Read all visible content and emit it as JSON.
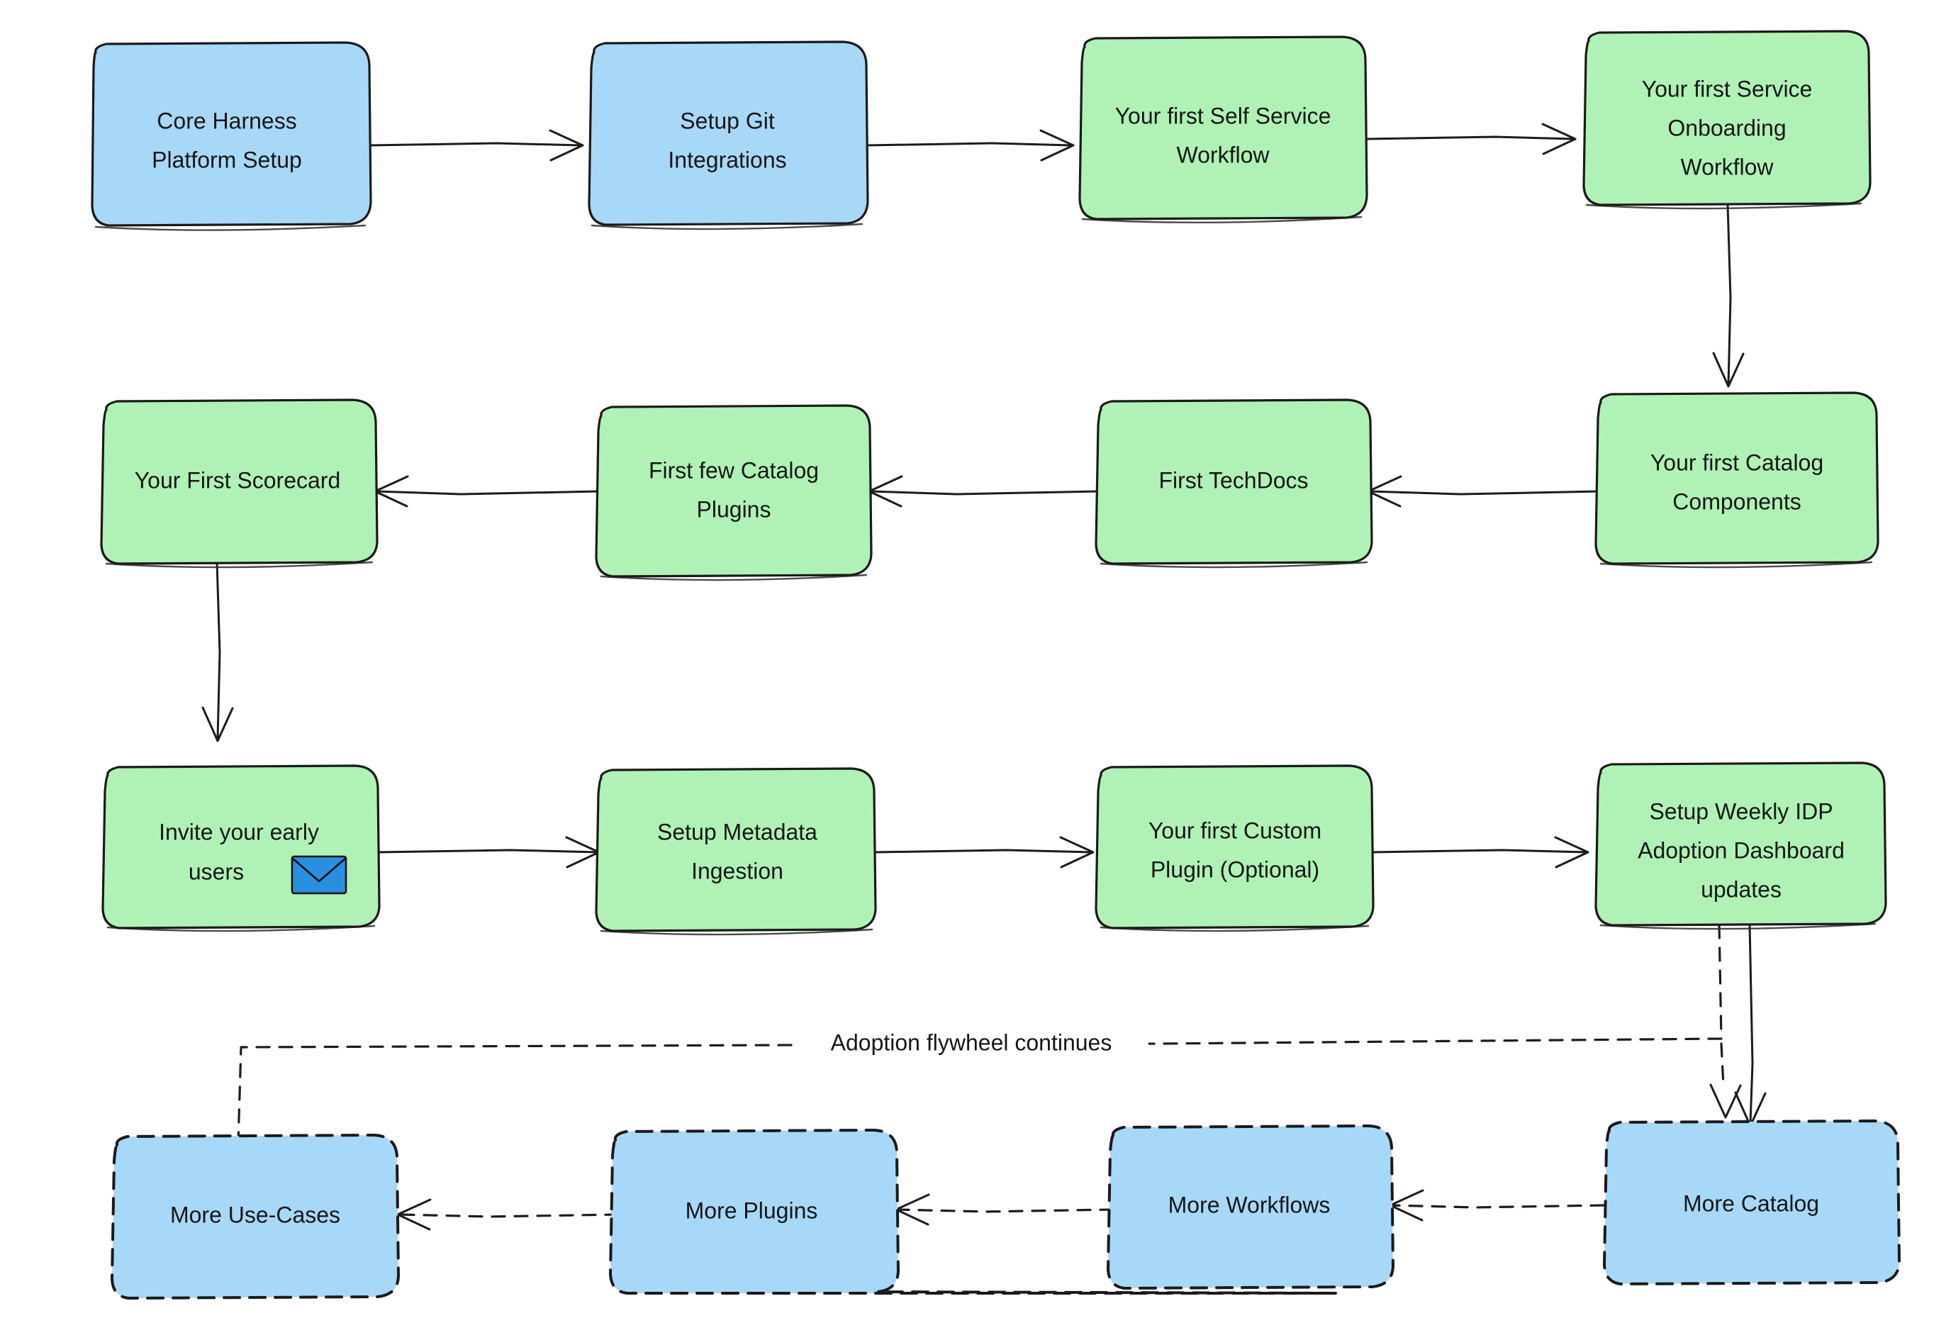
{
  "diagram": {
    "title": "Harness IDP Adoption Journey Flowchart",
    "background_color": "#ffffff",
    "colors": {
      "blue_fill": "#a8d8f8",
      "green_fill": "#b0f2b6",
      "stroke": "#1a1a1a",
      "text": "#161616",
      "envelope_blue": "#2a8fe0"
    },
    "style": "hand-drawn sketch (rough) flowchart",
    "rows": 4,
    "node_count": 16,
    "edge_label": "Adoption flywheel continues"
  },
  "nodes": [
    {
      "id": "n1",
      "label_lines": [
        "Core Harness",
        "Platform Setup"
      ],
      "fill": "blue",
      "border": "solid",
      "row": 1,
      "col": 1
    },
    {
      "id": "n2",
      "label_lines": [
        "Setup Git",
        "Integrations"
      ],
      "fill": "blue",
      "border": "solid",
      "row": 1,
      "col": 2
    },
    {
      "id": "n3",
      "label_lines": [
        "Your first Self Service",
        "Workflow"
      ],
      "fill": "green",
      "border": "solid",
      "row": 1,
      "col": 3
    },
    {
      "id": "n4",
      "label_lines": [
        "Your first Service",
        "Onboarding",
        "Workflow"
      ],
      "fill": "green",
      "border": "solid",
      "row": 1,
      "col": 4
    },
    {
      "id": "n5",
      "label_lines": [
        "Your First Scorecard"
      ],
      "fill": "green",
      "border": "solid",
      "row": 2,
      "col": 1
    },
    {
      "id": "n6",
      "label_lines": [
        "First few Catalog",
        "Plugins"
      ],
      "fill": "green",
      "border": "solid",
      "row": 2,
      "col": 2
    },
    {
      "id": "n7",
      "label_lines": [
        "First TechDocs"
      ],
      "fill": "green",
      "border": "solid",
      "row": 2,
      "col": 3
    },
    {
      "id": "n8",
      "label_lines": [
        "Your first Catalog",
        "Components"
      ],
      "fill": "green",
      "border": "solid",
      "row": 2,
      "col": 4
    },
    {
      "id": "n9",
      "label_lines": [
        "Invite your early",
        "users"
      ],
      "fill": "green",
      "border": "solid",
      "row": 3,
      "col": 1,
      "icon": "envelope-icon"
    },
    {
      "id": "n10",
      "label_lines": [
        "Setup Metadata",
        "Ingestion"
      ],
      "fill": "green",
      "border": "solid",
      "row": 3,
      "col": 2
    },
    {
      "id": "n11",
      "label_lines": [
        "Your first Custom",
        "Plugin (Optional)"
      ],
      "fill": "green",
      "border": "solid",
      "row": 3,
      "col": 3
    },
    {
      "id": "n12",
      "label_lines": [
        "Setup Weekly IDP",
        "Adoption Dashboard",
        "updates"
      ],
      "fill": "green",
      "border": "solid",
      "row": 3,
      "col": 4
    },
    {
      "id": "n13",
      "label_lines": [
        "More Use-Cases"
      ],
      "fill": "blue",
      "border": "dashed",
      "row": 4,
      "col": 1
    },
    {
      "id": "n14",
      "label_lines": [
        "More Plugins"
      ],
      "fill": "blue",
      "border": "dashed",
      "row": 4,
      "col": 2
    },
    {
      "id": "n15",
      "label_lines": [
        "More Workflows"
      ],
      "fill": "blue",
      "border": "dashed",
      "row": 4,
      "col": 3
    },
    {
      "id": "n16",
      "label_lines": [
        "More Catalog"
      ],
      "fill": "blue",
      "border": "dashed",
      "row": 4,
      "col": 4
    }
  ],
  "edges": [
    {
      "from": "n1",
      "to": "n2",
      "style": "solid",
      "direction": "right"
    },
    {
      "from": "n2",
      "to": "n3",
      "style": "solid",
      "direction": "right"
    },
    {
      "from": "n3",
      "to": "n4",
      "style": "solid",
      "direction": "right"
    },
    {
      "from": "n4",
      "to": "n8",
      "style": "solid",
      "direction": "down"
    },
    {
      "from": "n8",
      "to": "n7",
      "style": "solid",
      "direction": "left"
    },
    {
      "from": "n7",
      "to": "n6",
      "style": "solid",
      "direction": "left"
    },
    {
      "from": "n6",
      "to": "n5",
      "style": "solid",
      "direction": "left"
    },
    {
      "from": "n5",
      "to": "n9",
      "style": "solid",
      "direction": "down"
    },
    {
      "from": "n9",
      "to": "n10",
      "style": "solid",
      "direction": "right"
    },
    {
      "from": "n10",
      "to": "n11",
      "style": "solid",
      "direction": "right"
    },
    {
      "from": "n11",
      "to": "n12",
      "style": "solid",
      "direction": "right"
    },
    {
      "from": "n12",
      "to": "n16",
      "style": "solid",
      "direction": "down"
    },
    {
      "from": "n16",
      "to": "n15",
      "style": "dashed",
      "direction": "left"
    },
    {
      "from": "n15",
      "to": "n14",
      "style": "dashed",
      "direction": "left"
    },
    {
      "from": "n14",
      "to": "n13",
      "style": "dashed",
      "direction": "left"
    },
    {
      "from": "n12",
      "to": "n13",
      "style": "dashed",
      "direction": "loop",
      "label": "Adoption flywheel continues"
    }
  ],
  "labels": {
    "n1_l1": "Core Harness",
    "n1_l2": "Platform Setup",
    "n2_l1": "Setup Git",
    "n2_l2": "Integrations",
    "n3_l1": "Your first Self Service",
    "n3_l2": "Workflow",
    "n4_l1": "Your first Service",
    "n4_l2": "Onboarding",
    "n4_l3": "Workflow",
    "n5_l1": "Your First Scorecard",
    "n6_l1": "First few Catalog",
    "n6_l2": "Plugins",
    "n7_l1": "First TechDocs",
    "n8_l1": "Your first Catalog",
    "n8_l2": "Components",
    "n9_l1": "Invite your early",
    "n9_l2": "users",
    "n10_l1": "Setup Metadata",
    "n10_l2": "Ingestion",
    "n11_l1": "Your first Custom",
    "n11_l2": "Plugin (Optional)",
    "n12_l1": "Setup Weekly IDP",
    "n12_l2": "Adoption Dashboard",
    "n12_l3": "updates",
    "n13_l1": "More Use-Cases",
    "n14_l1": "More Plugins",
    "n15_l1": "More Workflows",
    "n16_l1": "More Catalog",
    "flywheel": "Adoption flywheel continues"
  }
}
